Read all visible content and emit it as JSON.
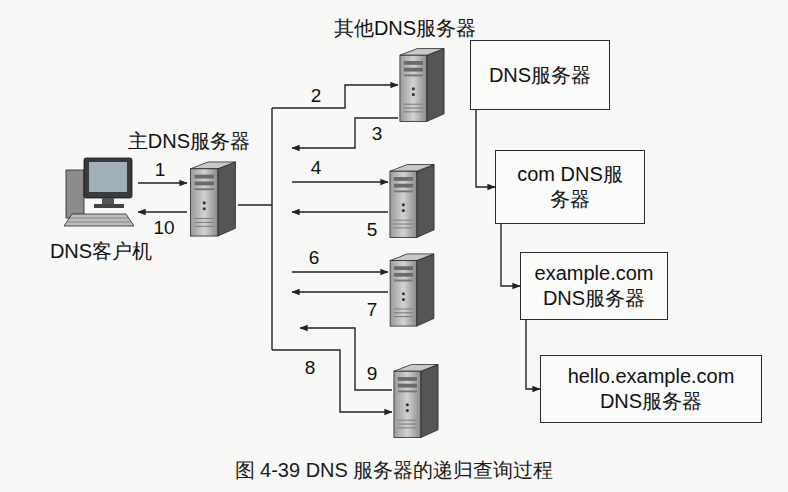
{
  "diagram": {
    "caption": "图 4-39 DNS 服务器的递归查询过程",
    "nodes": [
      {
        "text": [
          "DNS客户机"
        ]
      },
      {
        "text": [
          "主DNS服务器"
        ]
      },
      {
        "text": [
          "DNS服务器"
        ]
      },
      {
        "text": [
          "com DNS服务器"
        ]
      },
      {
        "text": [
          "example.com DNS服务器"
        ]
      },
      {
        "text": [
          "hello.example.com DNS服务器"
        ]
      }
    ],
    "edges": [
      {
        "from": 0,
        "to": 1,
        "label": "1",
        "arrow": "to"
      },
      {
        "from": 1,
        "to": 0,
        "label": "10",
        "arrow": "to"
      },
      {
        "from": 2,
        "to": 3,
        "arrow": "to"
      },
      {
        "from": 3,
        "to": 4,
        "arrow": "to"
      },
      {
        "from": 4,
        "to": 5,
        "arrow": "to"
      }
    ],
    "labels": [
      "其他DNS服务器",
      "2",
      "3",
      "4",
      "5",
      "6",
      "7",
      "8",
      "9"
    ]
  }
}
